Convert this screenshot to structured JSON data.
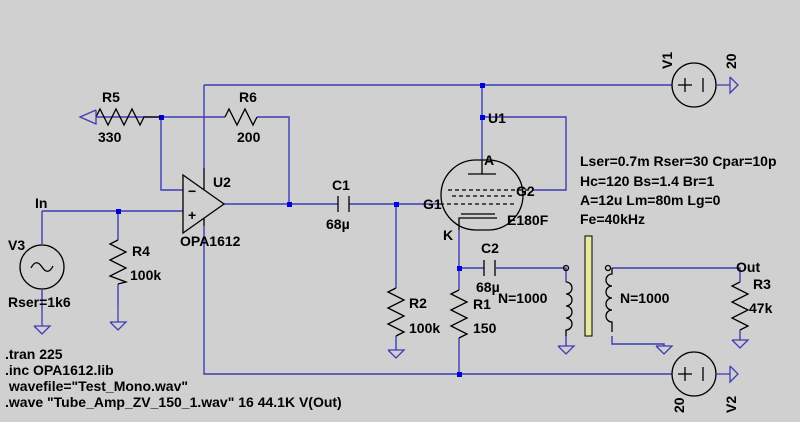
{
  "components": {
    "r5": {
      "name": "R5",
      "value": "330"
    },
    "r6": {
      "name": "R6",
      "value": "200"
    },
    "u2": {
      "name": "U2",
      "model": "OPA1612"
    },
    "c1": {
      "name": "C1",
      "value": "68µ"
    },
    "v3": {
      "name": "V3",
      "param": "Rser=1k6"
    },
    "r4": {
      "name": "R4",
      "value": "100k"
    },
    "r2": {
      "name": "R2",
      "value": "100k"
    },
    "u1": {
      "name": "U1",
      "model": "E180F",
      "pins": {
        "anode": "A",
        "grid1": "G1",
        "grid2": "G2",
        "cathode": "K"
      }
    },
    "c2": {
      "name": "C2",
      "value": "68µ"
    },
    "r1": {
      "name": "R1",
      "value": "150"
    },
    "t_primary": {
      "turns": "N=1000"
    },
    "t_secondary": {
      "turns": "N=1000"
    },
    "r3": {
      "name": "R3",
      "value": "47k"
    },
    "v1": {
      "name": "V1",
      "value": "20"
    },
    "v2": {
      "name": "V2",
      "value": "20"
    }
  },
  "net_labels": {
    "input": "In",
    "output": "Out"
  },
  "transformer_params": [
    "Lser=0.7m Rser=30 Cpar=10p",
    "Hc=120 Bs=1.4 Br=1",
    "A=12u Lm=80m Lg=0",
    "Fe=40kHz"
  ],
  "directives": [
    ".tran 225",
    ".inc OPA1612.lib",
    " wavefile=\"Test_Mono.wav\"",
    ".wave \"Tube_Amp_ZV_150_1.wav\" 16 44.1K V(Out)"
  ],
  "colors": {
    "background": "#d0d0d0",
    "wire": "#3c3cb4",
    "junction": "#0000e0",
    "component": "#000000"
  }
}
